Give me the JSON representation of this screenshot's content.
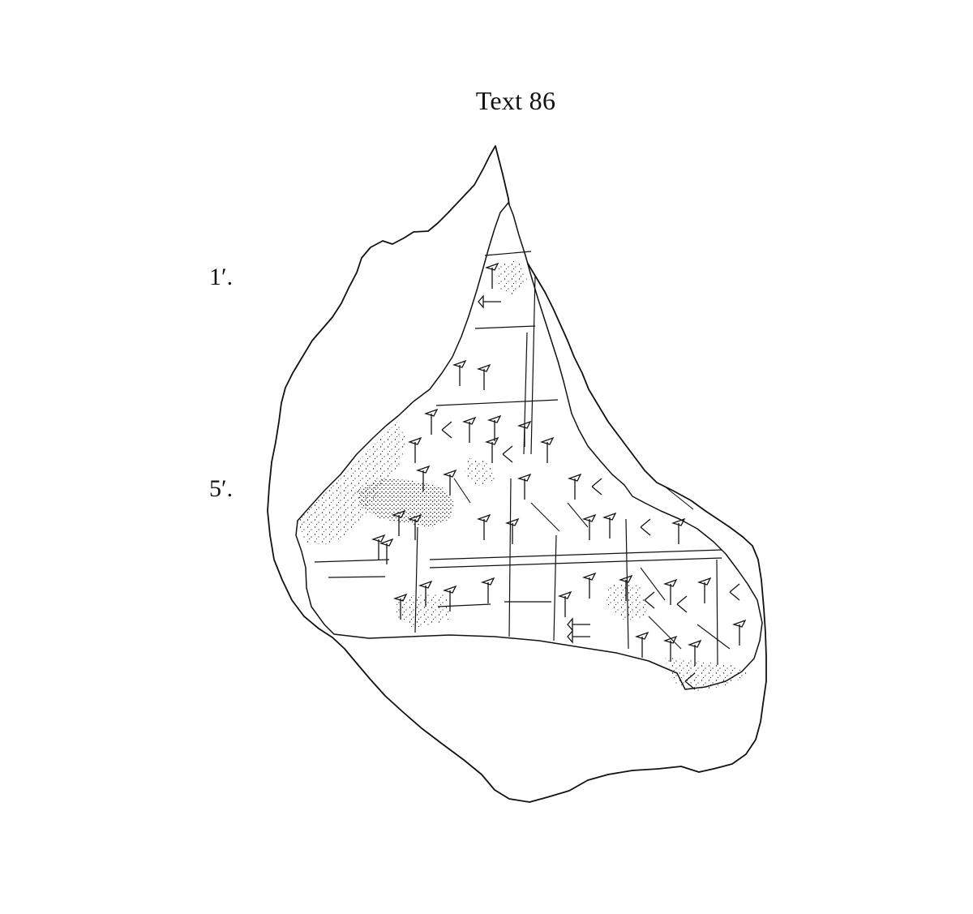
{
  "figure": {
    "title": "Text 86",
    "line_labels": [
      {
        "label": "1′."
      },
      {
        "label": "5′."
      }
    ]
  },
  "colors": {
    "ink": "#111111",
    "paper": "#ffffff"
  }
}
